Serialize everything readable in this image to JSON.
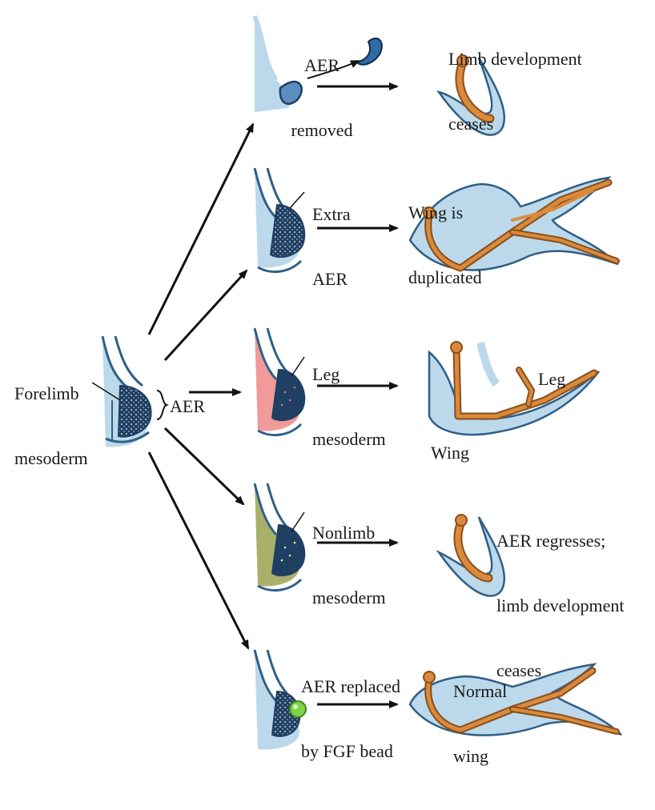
{
  "colors": {
    "tissue_blue": "#bcd9ec",
    "tissue_outline": "#2f5f86",
    "tissue_dark": "#1f3f63",
    "bone": "#d98a3c",
    "bone_dark": "#8a4e1a",
    "leg_mesoderm": "#f19a9a",
    "nonlimb_mesoderm": "#a9b06a",
    "fgf_bead": "#7fd34a",
    "arrow": "#111111"
  },
  "source": {
    "label_line1": "Forelimb",
    "label_line2": "mesoderm",
    "aer_label": "AER"
  },
  "experiments": [
    {
      "label_line1": "AER",
      "label_line2": "removed",
      "result_line1": "Limb development",
      "result_line2": "ceases",
      "result_line3": ""
    },
    {
      "label_line1": "Extra",
      "label_line2": "AER",
      "result_line1": "Wing is",
      "result_line2": "duplicated",
      "result_line3": ""
    },
    {
      "label_line1": "Leg",
      "label_line2": "mesoderm",
      "result_leg": "Leg",
      "result_wing": "Wing"
    },
    {
      "label_line1": "Nonlimb",
      "label_line2": "mesoderm",
      "result_line1": "AER regresses;",
      "result_line2": "limb development",
      "result_line3": "ceases"
    },
    {
      "label_line1": "AER replaced",
      "label_line2": "by FGF bead",
      "result_line1": "Normal",
      "result_line2": "wing",
      "result_line3": ""
    }
  ]
}
